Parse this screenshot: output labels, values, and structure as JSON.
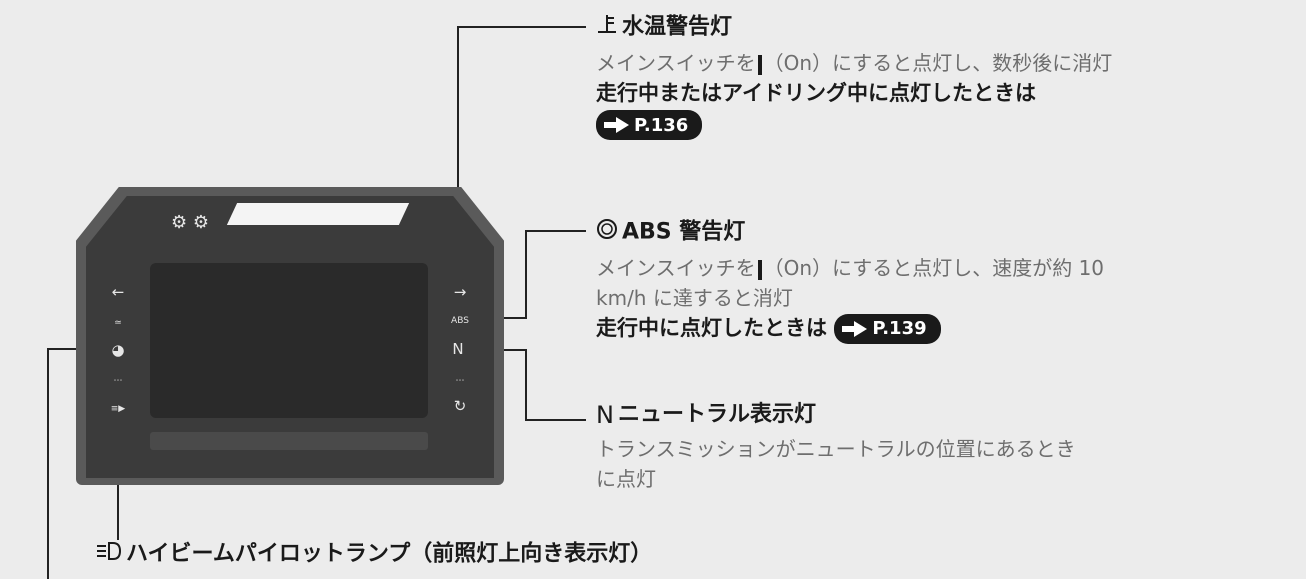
{
  "water_temp": {
    "icon": "coolant-temperature-icon",
    "title": "水温警告灯",
    "desc_before": "メインスイッチを",
    "desc_after": "（On）にすると点灯し、数秒後に消灯",
    "bold": "走行中またはアイドリング中に点灯したときは",
    "ref": "P.136"
  },
  "abs": {
    "icon": "abs-icon",
    "title": "ABS 警告灯",
    "desc1_before": "メインスイッチを",
    "desc1_after": "（On）にすると点灯し、速度が約 10",
    "desc2": "km/h に達すると消灯",
    "bold": "走行中に点灯したときは",
    "ref": "P.139"
  },
  "neutral": {
    "icon_glyph": "N",
    "title": "ニュートラル表示灯",
    "desc1": "トランスミッションがニュートラルの位置にあるとき",
    "desc2": "に点灯"
  },
  "high_beam": {
    "icon": "high-beam-icon",
    "title": "ハイビームパイロットランプ（前照灯上向き表示灯）"
  },
  "dashboard": {
    "left_icons": [
      "←",
      "≃",
      "◕",
      "⋯",
      "≡▶"
    ],
    "right_icons": [
      "→",
      "ABS",
      "N",
      "⋯",
      "↻"
    ],
    "top_icons": "⚙ ⚙"
  },
  "colors": {
    "background": "#ececec",
    "dash": "#3b3b3b",
    "text": "#1a1a1a",
    "desc": "#6e6e6e"
  }
}
